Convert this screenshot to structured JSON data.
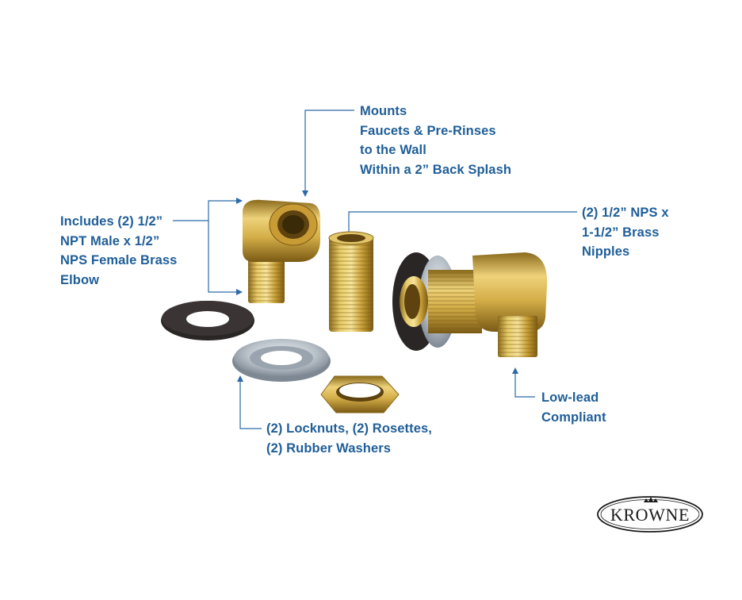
{
  "callouts": {
    "mounts": {
      "lines": [
        "Mounts",
        "Faucets & Pre-Rinses",
        "to the Wall",
        "Within a 2” Back Splash"
      ]
    },
    "elbow": {
      "lines": [
        "Includes (2) 1/2”",
        "NPT Male x 1/2”",
        "NPS Female Brass",
        "Elbow"
      ]
    },
    "nipples": {
      "lines": [
        "(2) 1/2” NPS x",
        "1-1/2” Brass",
        "Nipples"
      ]
    },
    "lowlead": {
      "lines": [
        "Low-lead",
        "Compliant"
      ]
    },
    "locknuts": {
      "lines": [
        "(2) Locknuts, (2) Rosettes,",
        "(2) Rubber Washers"
      ]
    }
  },
  "logo": {
    "text": "KROWNE"
  },
  "colors": {
    "callout_text": "#1f5e98",
    "leader_line": "#2a6aa8",
    "brass": "#c9a43a",
    "rubber": "#2b2626",
    "steel": "#b9c1c9"
  }
}
